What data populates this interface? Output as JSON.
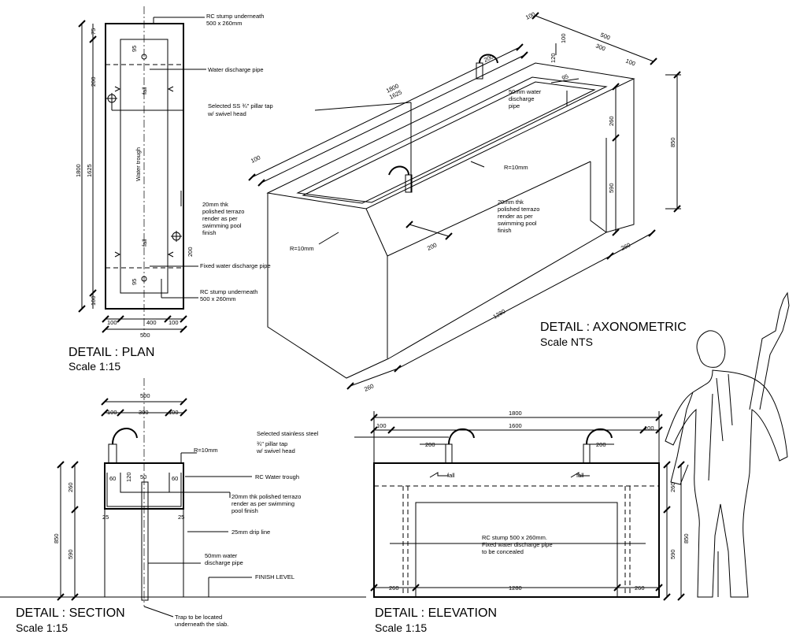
{
  "titles": {
    "plan": "DETAIL  : PLAN",
    "plan_scale": "Scale 1:15",
    "axo": "DETAIL  : AXONOMETRIC",
    "axo_scale": "Scale NTS",
    "section": "DETAIL  : SECTION",
    "section_scale": "Scale 1:15",
    "elevation": "DETAIL  : ELEVATION",
    "elevation_scale": "Scale 1:15"
  },
  "plan": {
    "rc_stump_top_1": "RC stump underneath",
    "rc_stump_top_2": "500 x 260mm",
    "water_discharge": "Water discharge pipe",
    "tap_1": "Selected  SS ¾\" pillar tap",
    "tap_2": "w/ swivel head",
    "render_1": "20mm thk",
    "render_2": "polished terrazo",
    "render_3": "render as per",
    "render_4": "swimming pool",
    "render_5": "finish",
    "fixed_discharge": "Fixed water discharge pipe",
    "rc_stump_bot_1": "RC stump underneath",
    "rc_stump_bot_2": "500 x 260mm",
    "trough": "Water trough",
    "fall": "fall",
    "d1800": "1800",
    "d1625": "1625",
    "d75": "75",
    "d200": "200",
    "d100": "100",
    "d95": "95",
    "d400": "400",
    "d500": "500"
  },
  "axo": {
    "d100": "100",
    "d500": "500",
    "d300": "300",
    "d120": "120",
    "d200": "200",
    "d1800": "1800",
    "d1625": "1625",
    "d95": "95",
    "pipe_1": "50mm water",
    "pipe_2": "discharge",
    "pipe_3": "pipe",
    "d260": "260",
    "d850": "850",
    "r10": "R=10mm",
    "d590": "590",
    "render_1": "20mm thk",
    "render_2": "polished terrazo",
    "render_3": "render as per",
    "render_4": "swimming pool",
    "render_5": "finish",
    "d1280": "1280"
  },
  "section": {
    "d500": "500",
    "d100": "100",
    "d300": "300",
    "r10": "R=10mm",
    "d260": "260",
    "d850": "850",
    "d590": "590",
    "d60": "60",
    "d120": "120",
    "d50": "50",
    "d25": "25",
    "rc_trough": "RC Water trough",
    "render_1": "20mm thk polished terrazo",
    "render_2": "render as per swimming",
    "render_3": "pool finish",
    "drip": "25mm drip line",
    "pipe_1": "50mm water",
    "pipe_2": "discharge pipe",
    "finish_level": "FINISH LEVEL",
    "trap_1": "Trap to be located",
    "trap_2": "underneath the slab."
  },
  "elevation": {
    "steel_1": "Selected stainless steel",
    "steel_2": "¾\" pillar tap",
    "steel_3": "w/ swivel head",
    "d1800": "1800",
    "d1600": "1600",
    "d100": "100",
    "d200": "200",
    "fall": "fall",
    "stump_1": "RC stump 500 x 260mm.",
    "stump_2": "Fixed water discharge pipe",
    "stump_3": "to be concealed",
    "d260": "260",
    "d1280": "1280",
    "d850": "850",
    "d590": "590"
  }
}
